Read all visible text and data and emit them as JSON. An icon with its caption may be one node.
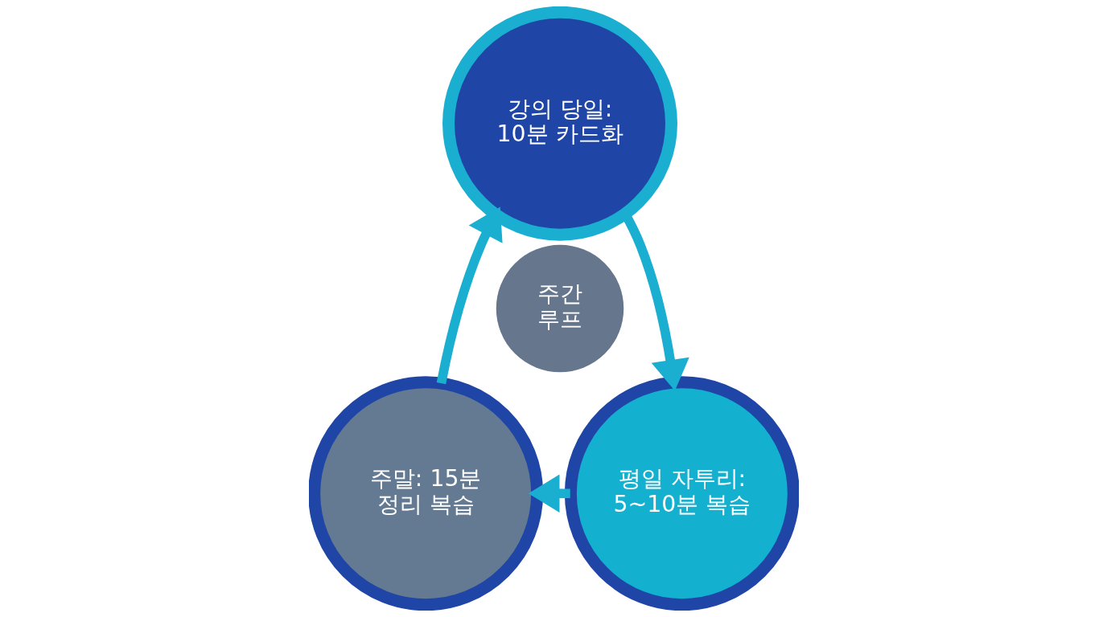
{
  "diagram": {
    "nodes": [
      {
        "text": [
          "강의 당일: 10분 카드화"
        ]
      },
      {
        "text": [
          "평일 자투리: 5~10분 복습"
        ]
      },
      {
        "text": [
          "주말: 15분 정리 복습"
        ]
      },
      {
        "text": [
          "주간 루프"
        ]
      }
    ],
    "edges": [
      {
        "from": 0,
        "to": 1,
        "arrow": "to"
      },
      {
        "from": 1,
        "to": 2,
        "arrow": "to"
      },
      {
        "from": 2,
        "to": 0,
        "arrow": "to"
      }
    ]
  }
}
